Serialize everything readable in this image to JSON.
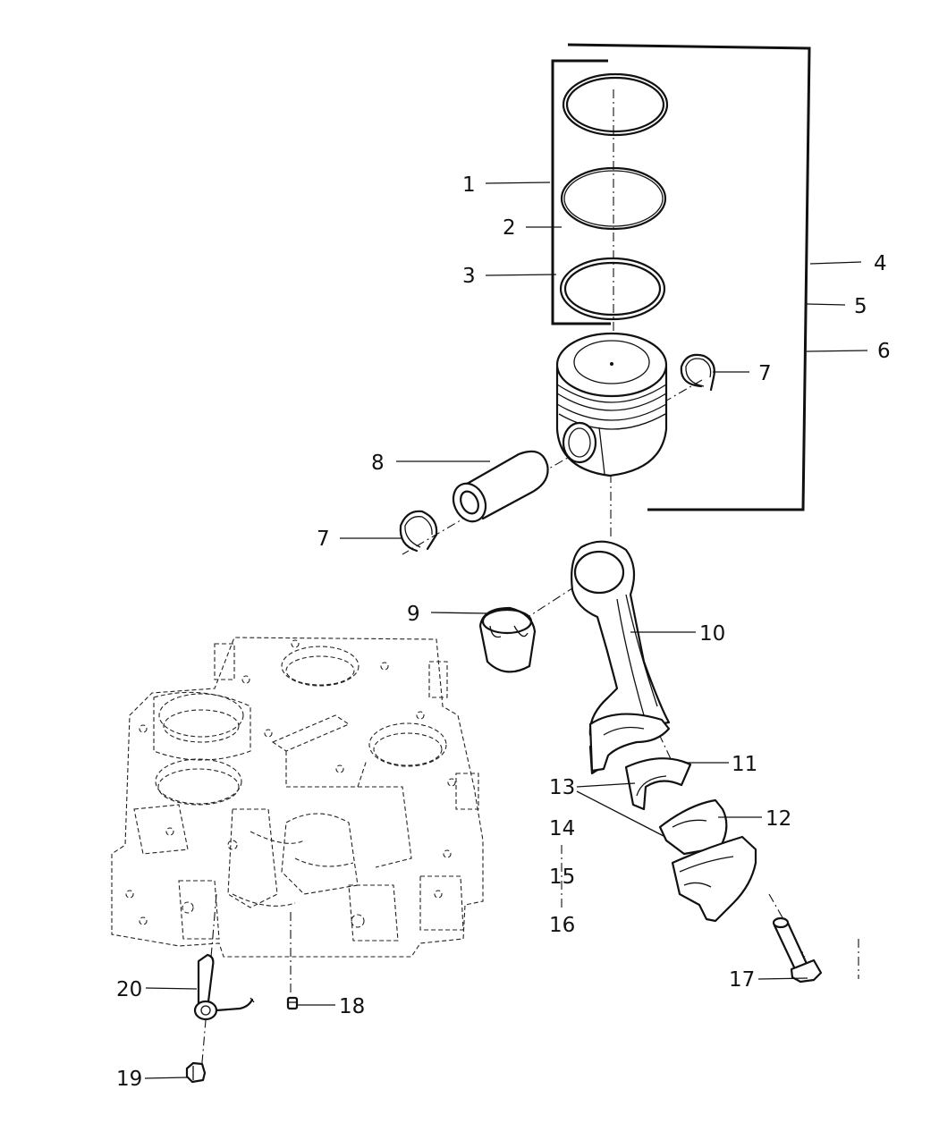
{
  "callouts": [
    {
      "id": "c1",
      "text": "1"
    },
    {
      "id": "c2",
      "text": "2"
    },
    {
      "id": "c3",
      "text": "3"
    },
    {
      "id": "c4",
      "text": "4"
    },
    {
      "id": "c5",
      "text": "5"
    },
    {
      "id": "c6",
      "text": "6"
    },
    {
      "id": "c7a",
      "text": "7"
    },
    {
      "id": "c7b",
      "text": "7"
    },
    {
      "id": "c8",
      "text": "8"
    },
    {
      "id": "c9",
      "text": "9"
    },
    {
      "id": "c10",
      "text": "10"
    },
    {
      "id": "c11",
      "text": "11"
    },
    {
      "id": "c12",
      "text": "12"
    },
    {
      "id": "c13",
      "text": "13"
    },
    {
      "id": "c14",
      "text": "14"
    },
    {
      "id": "c15",
      "text": "15"
    },
    {
      "id": "c16",
      "text": "16"
    },
    {
      "id": "c17",
      "text": "17"
    },
    {
      "id": "c18",
      "text": "18"
    },
    {
      "id": "c19",
      "text": "19"
    },
    {
      "id": "c20",
      "text": "20"
    }
  ]
}
